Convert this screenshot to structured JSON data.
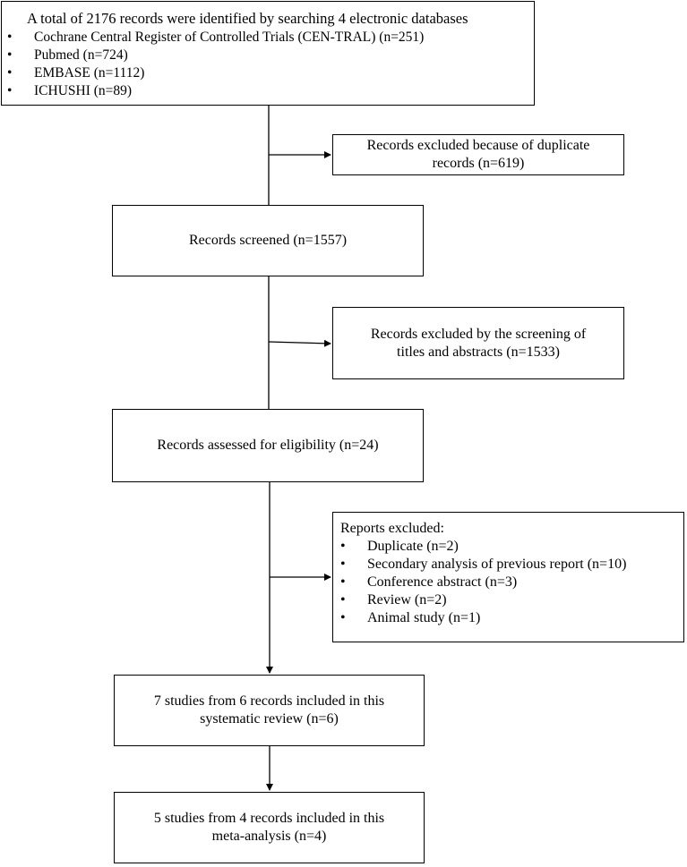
{
  "identification": {
    "title": "A total of 2176 records were identified by searching 4 electronic databases",
    "bullet": "•",
    "databases": [
      "Cochrane Central Register of Controlled Trials (CEN-TRAL) (n=251)",
      "Pubmed (n=724)",
      "EMBASE (n=1112)",
      "ICHUSHI (n=89)"
    ]
  },
  "duplicates_excluded": {
    "line1": "Records excluded because of duplicate",
    "line2": "records (n=619)"
  },
  "screened": {
    "text": "Records screened (n=1557)"
  },
  "screening_excluded": {
    "line1": "Records excluded by the screening of",
    "line2": "titles and abstracts (n=1533)"
  },
  "eligibility": {
    "text": "Records assessed for eligibility (n=24)"
  },
  "reports_excluded": {
    "title": "Reports excluded:",
    "bullet": "•",
    "items": [
      "Duplicate (n=2)",
      "Secondary analysis of previous report (n=10)",
      "Conference abstract (n=3)",
      "Review (n=2)",
      "Animal study (n=1)"
    ]
  },
  "systematic_review": {
    "line1": "7 studies from 6 records included in this",
    "line2": "systematic review (n=6)"
  },
  "meta_analysis": {
    "line1": "5 studies from 4 records included in this",
    "line2": "meta-analysis (n=4)"
  },
  "colors": {
    "line": "#000000",
    "box_border": "#000000",
    "background": "#ffffff"
  }
}
